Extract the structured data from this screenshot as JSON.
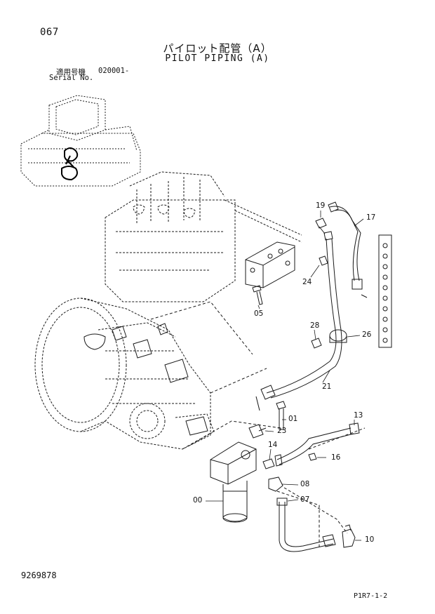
{
  "header": {
    "page_number": "067",
    "title_ja": "パイロット配管（A）",
    "title_en": "PILOT PIPING (A)",
    "serial_label_ja": "適用号機",
    "serial_value": "020001-",
    "serial_label_en": "Serial No."
  },
  "callouts": {
    "c19": "19",
    "c17": "17",
    "c24": "24",
    "c05": "05",
    "c28": "28",
    "c26": "26",
    "c21": "21",
    "c01": "01",
    "c23": "23",
    "c13": "13",
    "c14": "14",
    "c16": "16",
    "c08": "08",
    "c00": "00",
    "c07": "07",
    "c10": "10"
  },
  "footer": {
    "document_number": "9269878",
    "reference_code": "P1R7-1-2"
  }
}
